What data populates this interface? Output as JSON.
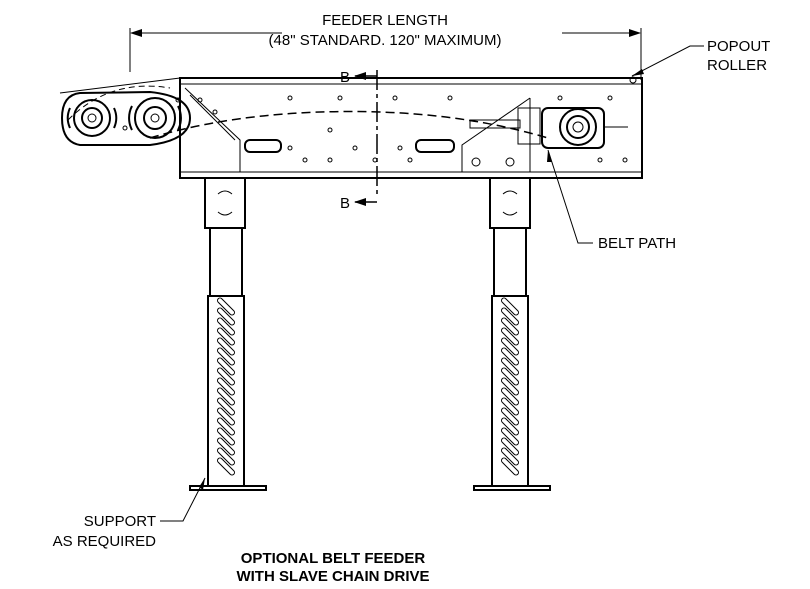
{
  "labels": {
    "feeder_length_line1": "FEEDER LENGTH",
    "feeder_length_line2": "(48\" STANDARD. 120\" MAXIMUM)",
    "popout_line1": "POPOUT",
    "popout_line2": "ROLLER",
    "section_top": "B",
    "section_bottom": "B",
    "belt_path": "BELT PATH",
    "support_line1": "SUPPORT",
    "support_line2": "AS REQUIRED"
  },
  "caption": {
    "line1": "OPTIONAL BELT FEEDER",
    "line2": "WITH SLAVE CHAIN DRIVE"
  }
}
